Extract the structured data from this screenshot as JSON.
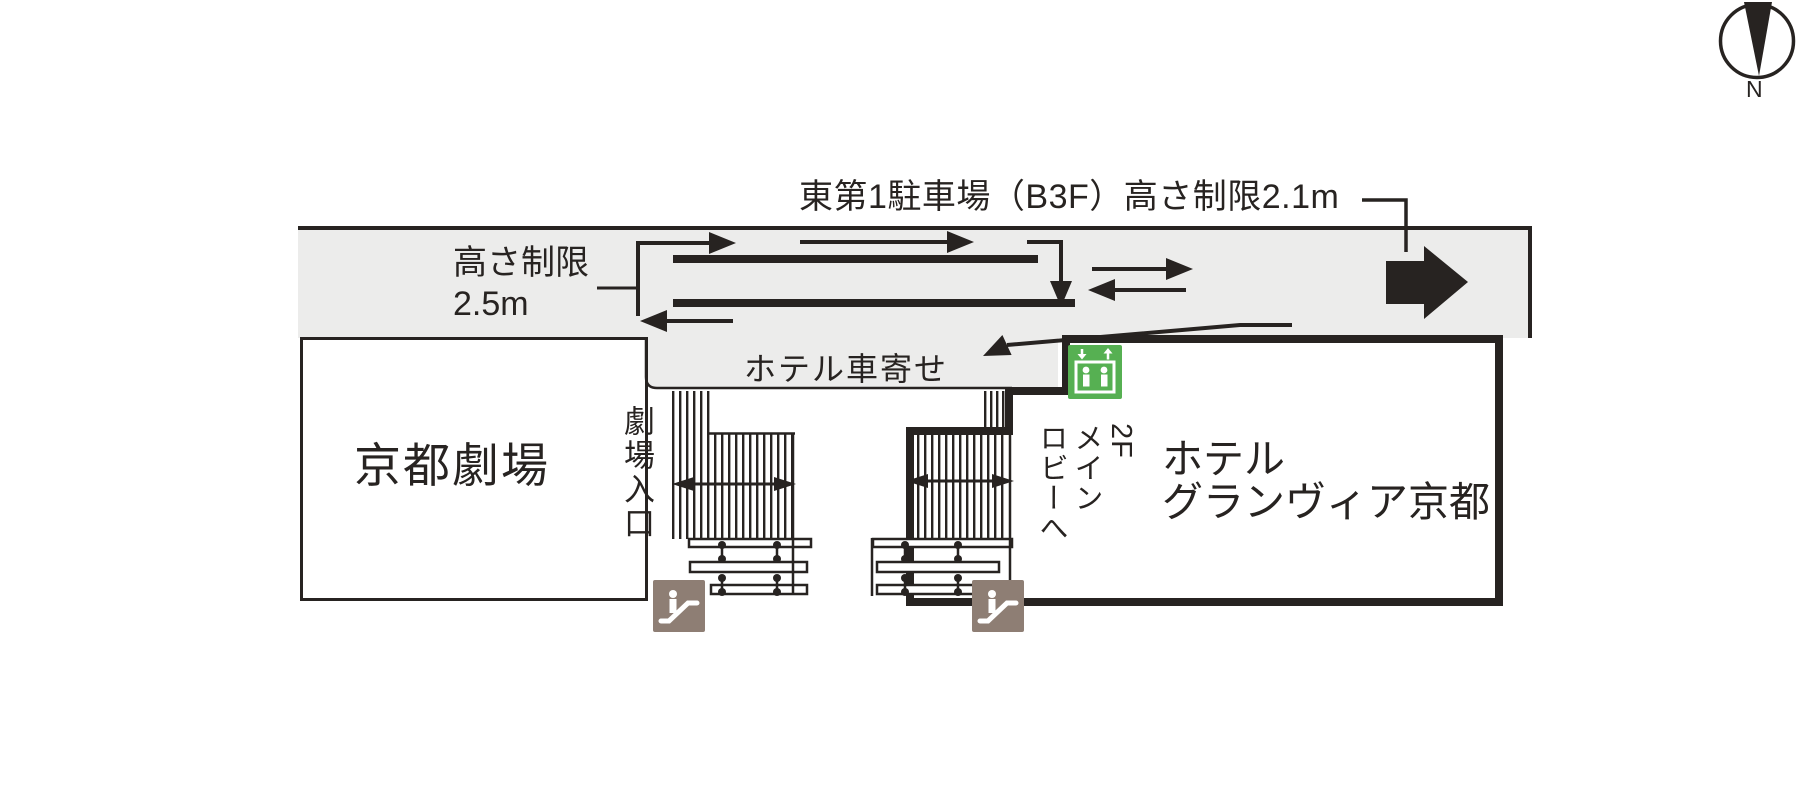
{
  "labels": {
    "parking_title": "東第1駐車場（B3F）高さ制限2.1m",
    "height_limit": "高さ制限\n2.5m",
    "hotel_driveway": "ホテル車寄せ",
    "theater": "京都劇場",
    "theater_entrance": "劇場入口",
    "hotel": "ホテル\nグランヴィア京都",
    "lobby": "2F\nメイン\nロビーへ",
    "compass_north": "N"
  },
  "colors": {
    "ink": "#272321",
    "road_gray": "#ECECEB",
    "escalator_icon_bg": "#8E7E74",
    "elevator_icon_green": "#56B052",
    "building_fill": "#FFFFFF"
  },
  "icons": {
    "compass": "north-compass-icon",
    "elevator": "elevator-icon",
    "escalator_left": "escalator-icon",
    "escalator_right": "escalator-icon",
    "parking_entrance": "entrance-arrow-icon"
  }
}
